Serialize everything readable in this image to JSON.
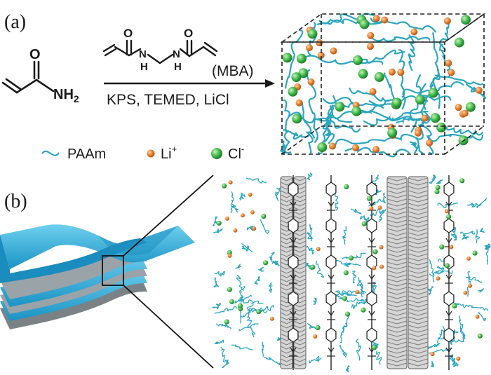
{
  "panel_a": {
    "label": "(a)",
    "monomer_atoms": {
      "o": "O",
      "nh2": "NH",
      "nh2_sub": "2"
    },
    "crosslinker_atoms": {
      "o": "O",
      "nh": "H",
      "n": "N"
    },
    "crosslinker_name": "(MBA)",
    "conditions": "KPS, TEMED, LiCl"
  },
  "legend": {
    "paam": "PAAm",
    "li": "Li",
    "li_sup": "+",
    "cl": "Cl",
    "cl_sup": "-"
  },
  "panel_b": {
    "label": "(b)"
  },
  "colors": {
    "polymer": "#2aa6bf",
    "li_ion": "#e07b2e",
    "cl_ion": "#3cb54a",
    "film_top": "#29a8d6",
    "film_layer": "#9aa3a8",
    "cnt": "#8a8a8a"
  }
}
